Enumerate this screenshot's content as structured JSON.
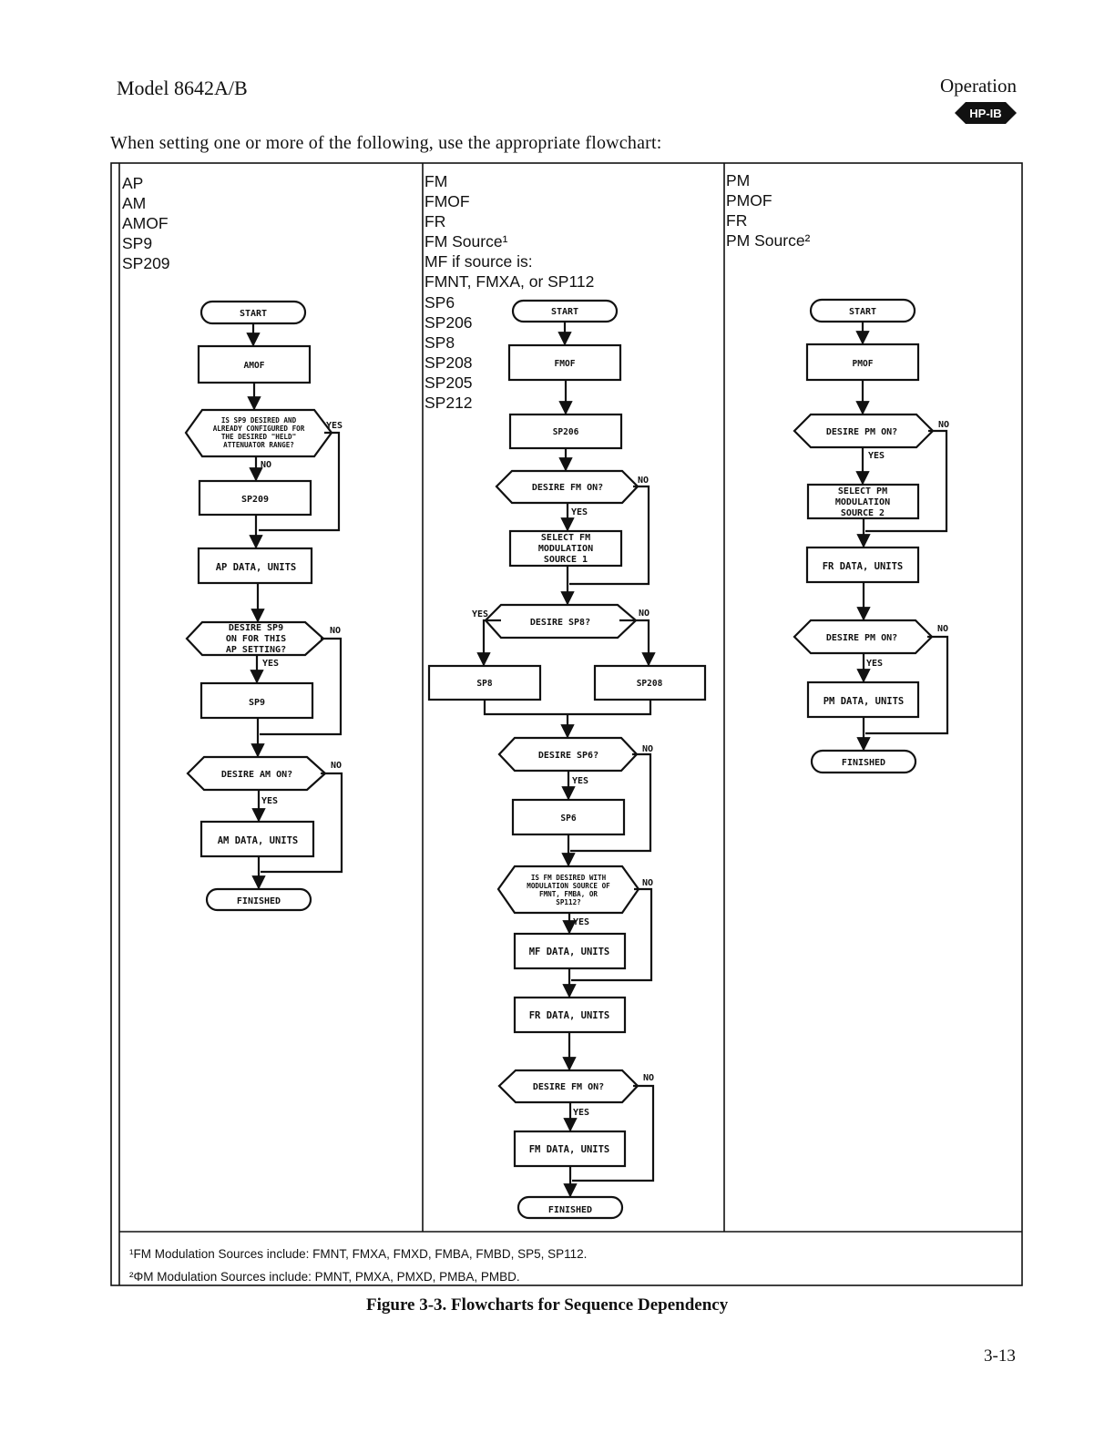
{
  "header": {
    "model": "Model 8642A/B",
    "section": "Operation",
    "badge": "HP-IB"
  },
  "intro": "When setting one or more of the following, use the appropriate flowchart:",
  "columns": [
    {
      "items": [
        "AP",
        "AM",
        "AMOF",
        "SP9",
        "SP209"
      ]
    },
    {
      "items": [
        "FM",
        "FMOF",
        "FR",
        "FM Source¹",
        "MF if source is:",
        "FMNT, FMXA, or SP112",
        "SP6",
        "SP206",
        "SP8",
        "SP208",
        "SP205",
        "SP212"
      ]
    },
    {
      "items": [
        "PM",
        "PMOF",
        "FR",
        "PM Source²"
      ]
    }
  ],
  "flowA": {
    "start": "START",
    "amof": "AMOF",
    "d1": [
      "IS SP9 DESIRED AND",
      "ALREADY CONFIGURED FOR",
      "THE DESIRED \"HELD\"",
      "ATTENUATOR RANGE?"
    ],
    "sp209": "SP209",
    "ap_data": "AP DATA, UNITS",
    "d2": [
      "DESIRE SP9",
      "ON FOR THIS",
      "AP SETTING?"
    ],
    "sp9": "SP9",
    "d3": [
      "DESIRE AM ON?"
    ],
    "am_data": "AM DATA, UNITS",
    "finished": "FINISHED"
  },
  "flowB": {
    "start": "START",
    "fmof": "FMOF",
    "sp206": "SP206",
    "d1": [
      "DESIRE FM ON?"
    ],
    "select": [
      "SELECT FM",
      "MODULATION",
      "SOURCE 1"
    ],
    "d2": [
      "DESIRE SP8?"
    ],
    "sp8": "SP8",
    "sp208": "SP208",
    "d3": [
      "DESIRE SP6?"
    ],
    "sp6": "SP6",
    "d4": [
      "IS FM DESIRED WITH",
      "MODULATION SOURCE OF",
      "FMNT, FMBA, OR",
      "SP112?"
    ],
    "mf_data": "MF DATA, UNITS",
    "fr_data": "FR DATA, UNITS",
    "d5": [
      "DESIRE FM ON?"
    ],
    "fm_data": "FM DATA, UNITS",
    "finished": "FINISHED"
  },
  "flowC": {
    "start": "START",
    "pmof": "PMOF",
    "d1": [
      "DESIRE PM ON?"
    ],
    "select": [
      "SELECT PM",
      "MODULATION",
      "SOURCE 2"
    ],
    "fr_data": "FR DATA, UNITS",
    "d2": [
      "DESIRE PM ON?"
    ],
    "pm_data": "PM DATA, UNITS",
    "finished": "FINISHED"
  },
  "branch": {
    "yes": "YES",
    "no": "NO"
  },
  "footnotes": [
    "¹FM Modulation Sources include: FMNT, FMXA, FMXD, FMBA, FMBD, SP5, SP112.",
    "²ΦM Modulation Sources include: PMNT, PMXA, PMXD, PMBA, PMBD."
  ],
  "caption": "Figure 3-3. Flowcharts for Sequence Dependency",
  "page_number": "3-13"
}
